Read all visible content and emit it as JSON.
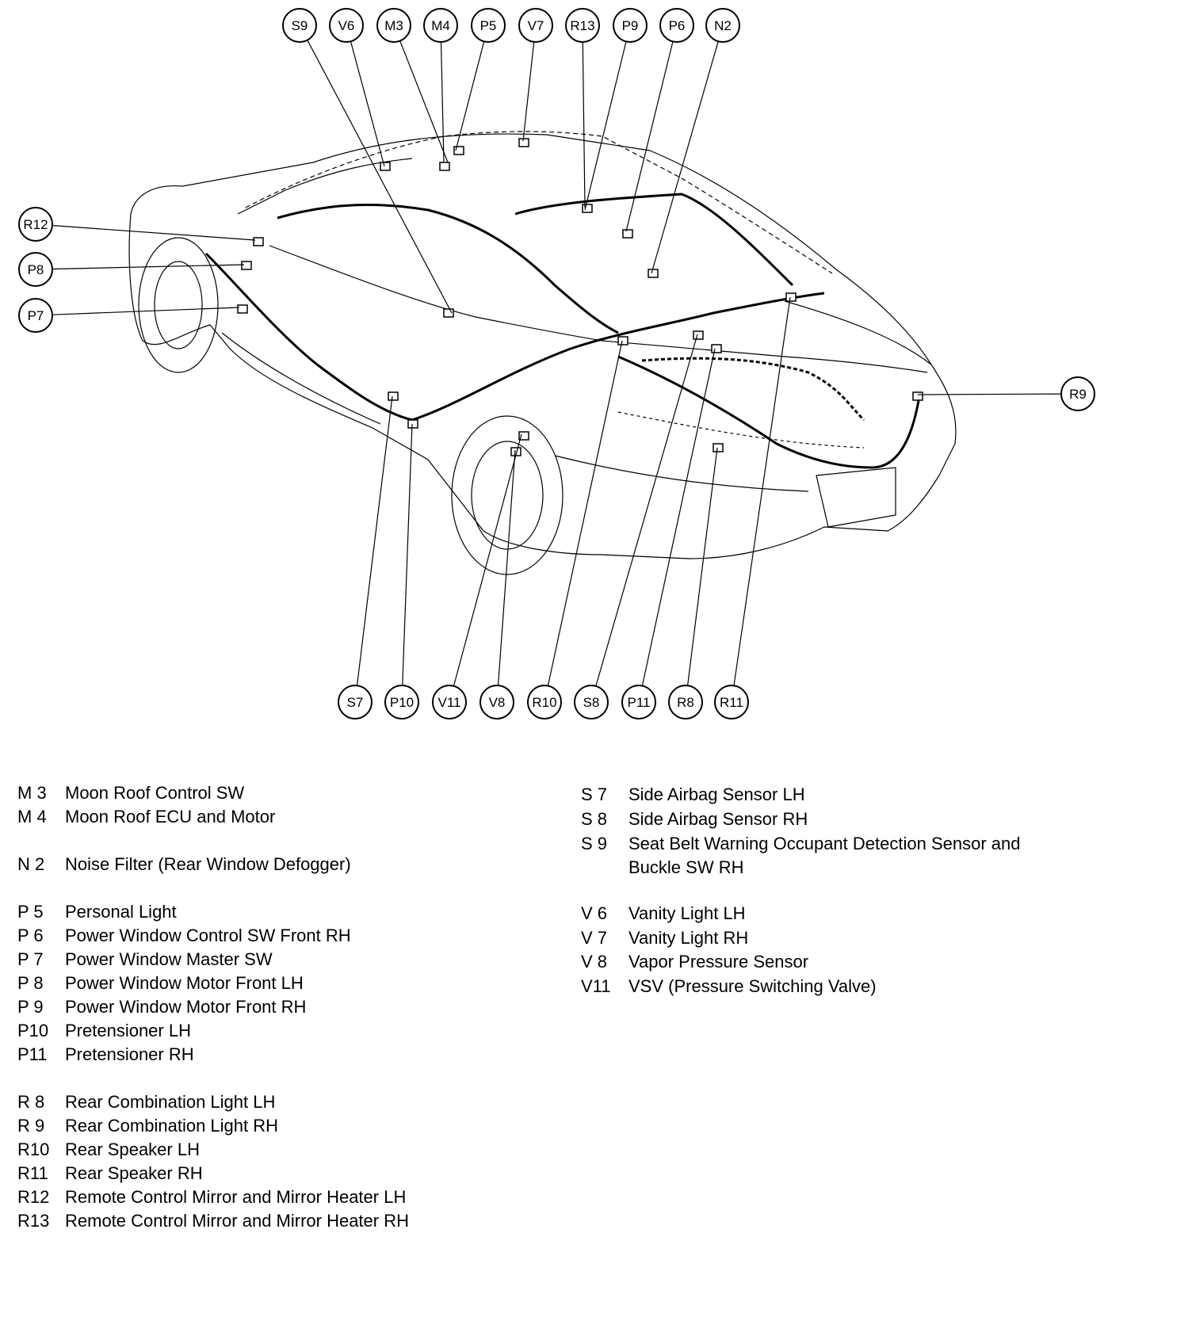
{
  "callouts": [
    {
      "id": "S9"
    },
    {
      "id": "V6"
    },
    {
      "id": "M3"
    },
    {
      "id": "M4"
    },
    {
      "id": "P5"
    },
    {
      "id": "V7"
    },
    {
      "id": "R13"
    },
    {
      "id": "P9"
    },
    {
      "id": "P6"
    },
    {
      "id": "N2"
    },
    {
      "id": "R12"
    },
    {
      "id": "P8"
    },
    {
      "id": "P7"
    },
    {
      "id": "R9"
    },
    {
      "id": "S7"
    },
    {
      "id": "P10"
    },
    {
      "id": "V11"
    },
    {
      "id": "V8"
    },
    {
      "id": "R10"
    },
    {
      "id": "S8"
    },
    {
      "id": "P11"
    },
    {
      "id": "R8"
    },
    {
      "id": "R11"
    }
  ],
  "legend_left": [
    {
      "code": "M 3",
      "text": "Moon Roof Control SW"
    },
    {
      "code": "M 4",
      "text": "Moon Roof ECU and Motor"
    },
    {
      "code": "N 2",
      "text": "Noise Filter (Rear Window Defogger)"
    },
    {
      "code": "P 5",
      "text": "Personal Light"
    },
    {
      "code": "P 6",
      "text": "Power Window Control SW Front RH"
    },
    {
      "code": "P 7",
      "text": "Power Window Master SW"
    },
    {
      "code": "P 8",
      "text": "Power Window Motor Front LH"
    },
    {
      "code": "P 9",
      "text": "Power Window Motor Front RH"
    },
    {
      "code": "P10",
      "text": "Pretensioner LH"
    },
    {
      "code": "P11",
      "text": "Pretensioner RH"
    },
    {
      "code": "R 8",
      "text": "Rear Combination Light LH"
    },
    {
      "code": "R 9",
      "text": "Rear Combination Light RH"
    },
    {
      "code": "R10",
      "text": "Rear Speaker LH"
    },
    {
      "code": "R11",
      "text": "Rear Speaker RH"
    },
    {
      "code": "R12",
      "text": "Remote Control Mirror and Mirror Heater LH"
    },
    {
      "code": "R13",
      "text": "Remote Control Mirror and Mirror Heater RH"
    }
  ],
  "legend_right": [
    {
      "code": "S 7",
      "text": "Side Airbag Sensor LH"
    },
    {
      "code": "S 8",
      "text": "Side Airbag Sensor RH"
    },
    {
      "code": "S 9",
      "text": "Seat Belt Warning Occupant Detection Sensor and"
    },
    {
      "code": "",
      "text": "Buckle SW RH"
    },
    {
      "code": "V 6",
      "text": "Vanity Light LH"
    },
    {
      "code": "V 7",
      "text": "Vanity Light RH"
    },
    {
      "code": "V 8",
      "text": "Vapor Pressure Sensor"
    },
    {
      "code": "V11",
      "text": "VSV (Pressure Switching Valve)"
    }
  ]
}
